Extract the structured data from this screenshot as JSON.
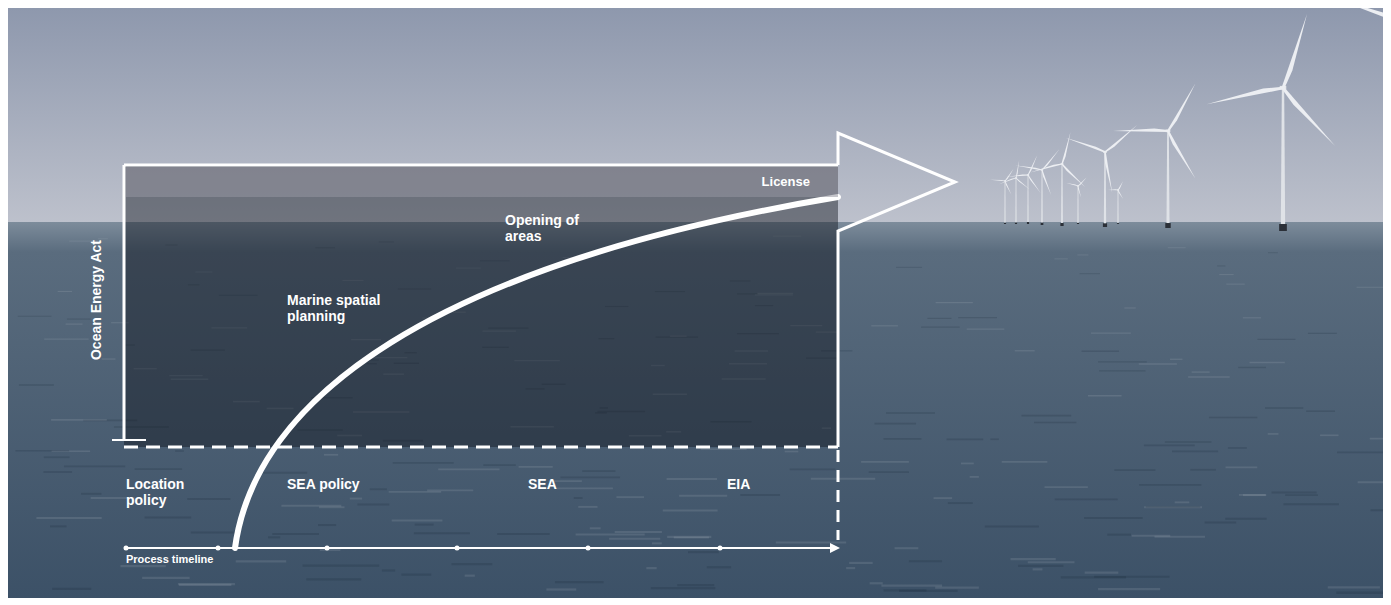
{
  "diagram": {
    "nodes": [
      {
        "text": [
          "Marine spatial planning",
          "Opening of areas"
        ]
      },
      {
        "text": [
          "License"
        ],
        "in": 0
      }
    ],
    "labels": [
      "Ocean Energy Act",
      "Location policy",
      "SEA policy",
      "SEA",
      "EIA",
      "Process timeline"
    ]
  }
}
